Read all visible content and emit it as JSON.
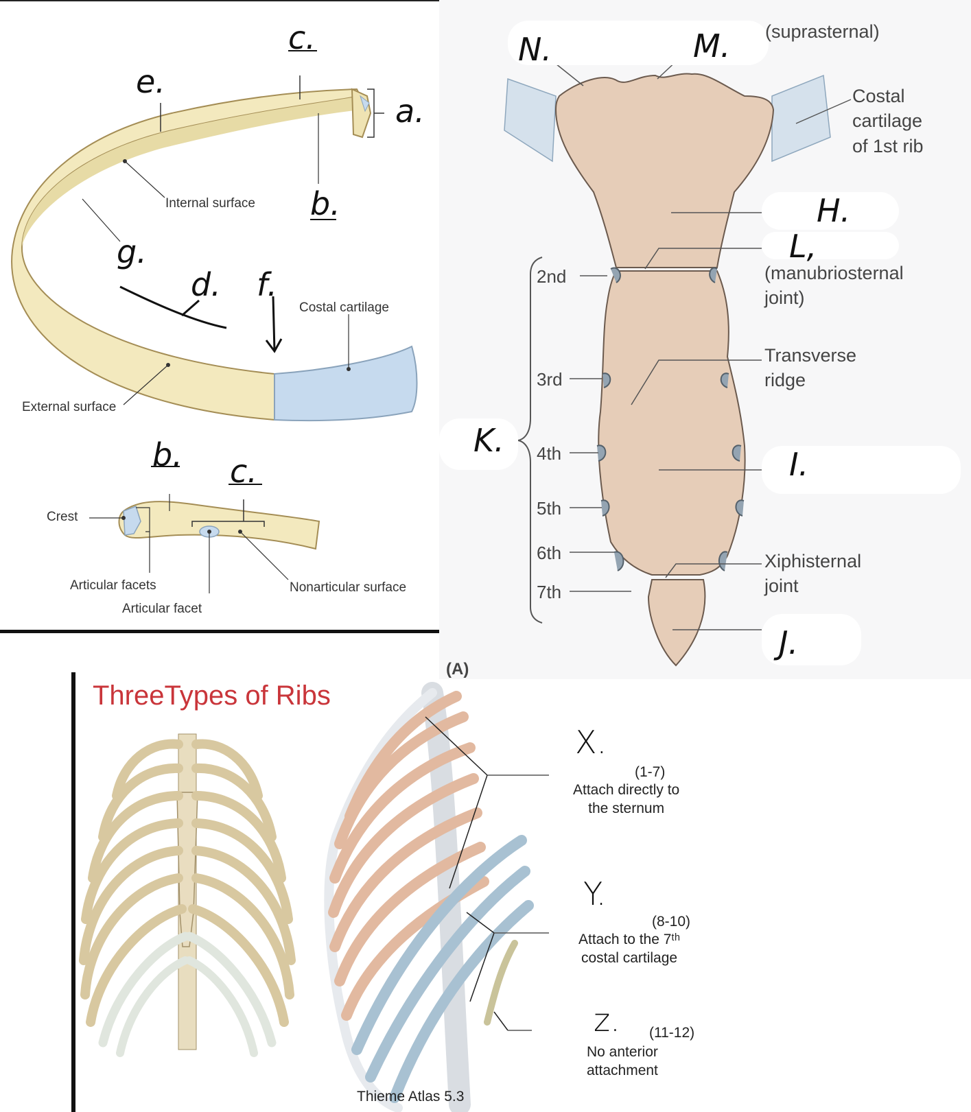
{
  "rib_panel": {
    "labels": {
      "internal_surface": "Internal surface",
      "costal_cartilage": "Costal cartilage",
      "external_surface": "External surface",
      "crest": "Crest",
      "articular_facets": "Articular facets",
      "articular_facet": "Articular facet",
      "nonarticular_surface": "Nonarticular surface"
    },
    "handwritten": {
      "a": "a.",
      "b_top": "b.",
      "c_top": "c.",
      "d": "d.",
      "e": "e.",
      "f": "f.",
      "g": "g.",
      "b_bottom": "b.",
      "c_bottom": "c."
    }
  },
  "sternum_panel": {
    "labels": {
      "suprasternal": "(suprasternal)",
      "costal_cartilage_1st": "Costal\ncartilage\nof 1st rib",
      "manubriosternal": "(manubriosternal\njoint)",
      "transverse_ridge": "Transverse\nridge",
      "xiphisternal": "Xiphisternal\njoint",
      "figure_id": "(A)"
    },
    "rib_numbers": [
      "2nd",
      "3rd",
      "4th",
      "5th",
      "6th",
      "7th"
    ],
    "handwritten": {
      "N": "N.",
      "M": "M.",
      "H": "H.",
      "L": "L,",
      "K": "K.",
      "I": "I.",
      "J": "J."
    }
  },
  "ribs_types_panel": {
    "title": "ThreeTypes of Ribs",
    "credit": "Thieme Atlas 5.3",
    "types": [
      {
        "mark": "X.",
        "range": "(1-7)",
        "desc": "Attach directly to\nthe  sternum"
      },
      {
        "mark": "Y.",
        "range": "(8-10)",
        "desc": "Attach to the 7ᵗʰ\ncostal cartilage"
      },
      {
        "mark": "z.",
        "range": "(11-12)",
        "desc": "No anterior\nattachment"
      }
    ]
  },
  "colors": {
    "bone": "#f3e9be",
    "bone_outline": "#a48d55",
    "cartilage": "#c6daee",
    "sternum": "#e6cdb8",
    "sternum_shadow": "#9b8271",
    "true_ribs": "#e2b9a0",
    "false_ribs": "#a8c1d2",
    "title_red": "#c9353a"
  }
}
